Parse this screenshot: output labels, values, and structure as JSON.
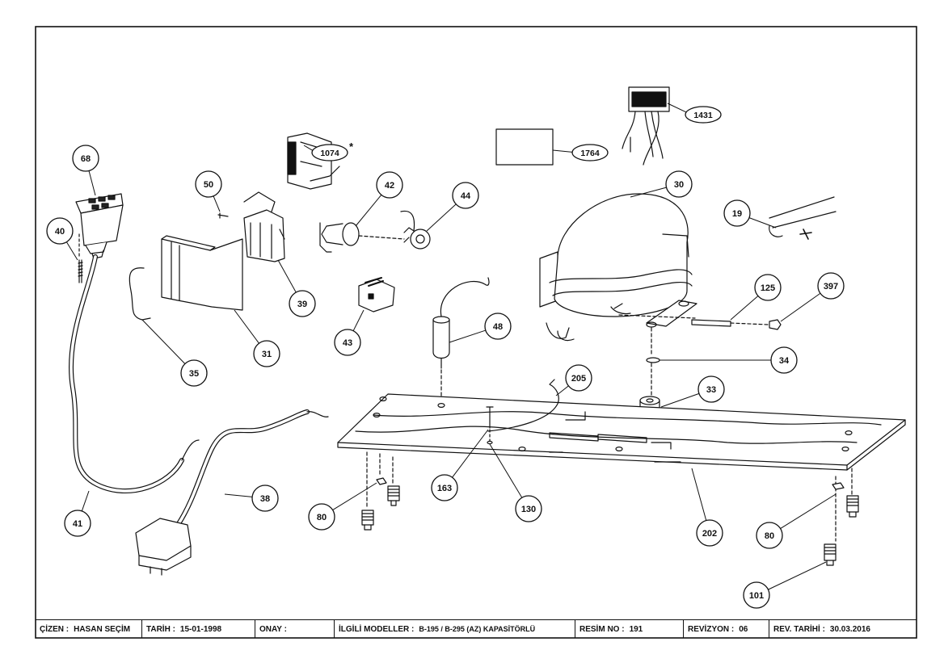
{
  "callouts": [
    {
      "id": "68"
    },
    {
      "id": "40"
    },
    {
      "id": "41"
    },
    {
      "id": "35"
    },
    {
      "id": "31"
    },
    {
      "id": "50"
    },
    {
      "id": "39"
    },
    {
      "id": "1074"
    },
    {
      "id": "42"
    },
    {
      "id": "44"
    },
    {
      "id": "43"
    },
    {
      "id": "48"
    },
    {
      "id": "38"
    },
    {
      "id": "1764"
    },
    {
      "id": "1431"
    },
    {
      "id": "30"
    },
    {
      "id": "19"
    },
    {
      "id": "125"
    },
    {
      "id": "397"
    },
    {
      "id": "34"
    },
    {
      "id": "33"
    },
    {
      "id": "205"
    },
    {
      "id": "163"
    },
    {
      "id": "130"
    },
    {
      "id": "80"
    },
    {
      "id": "202"
    },
    {
      "id": "80"
    },
    {
      "id": "101"
    }
  ],
  "asterisk": "*",
  "title_block": {
    "drawn_by_label": "ÇİZEN :",
    "drawn_by": "HASAN SEÇİM",
    "date_label": "TARİH :",
    "date": "15-01-1998",
    "approval_label": "ONAY :",
    "approval": "",
    "models_label": "İLGİLİ MODELLER :",
    "models": "B-195 / B-295 (AZ) KAPASİTÖRLÜ",
    "drawing_no_label": "RESİM NO :",
    "drawing_no": "191",
    "revision_label": "REVİZYON :",
    "revision": "06",
    "rev_date_label": "REV. TARİHİ :",
    "rev_date": "30.03.2016"
  }
}
